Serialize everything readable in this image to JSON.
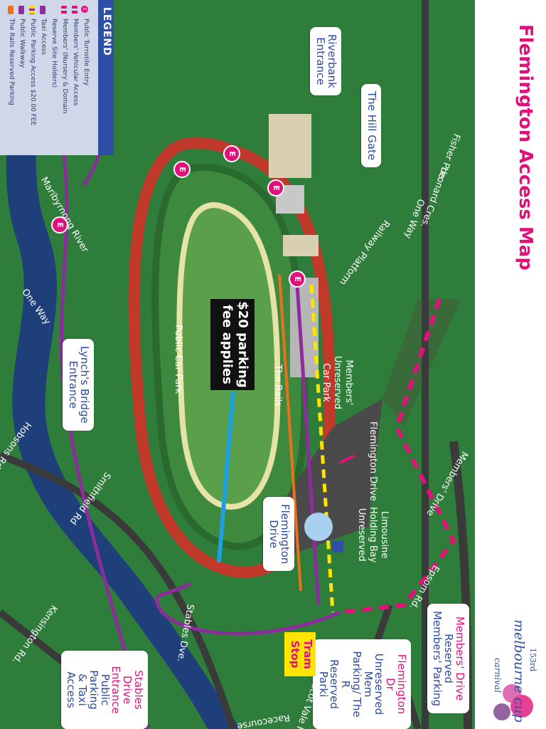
{
  "title": "Flemington Access Map",
  "legend": {
    "heading": "LEGEND",
    "items": [
      {
        "label": "Public Turnstile Entry",
        "color": "#e0127a",
        "kind": "dot",
        "symbol": "E"
      },
      {
        "label": "Members' Vehicular Access",
        "color": "#e0127a",
        "kind": "dash"
      },
      {
        "label": "Members' (Nursery & Domain",
        "color": "#e0127a",
        "kind": "dash2"
      },
      {
        "label": "Reserve Site Holders)",
        "color": "",
        "kind": "none"
      },
      {
        "label": "Taxi Access",
        "color": "#8b2e9b",
        "kind": "solid"
      },
      {
        "label": "Public Parking Access $20.00 FEE",
        "color": "#ffe400",
        "kind": "dashy"
      },
      {
        "label": "Public Walkway",
        "color": "#8b2e9b",
        "kind": "solid"
      },
      {
        "label": "The Rails Reserved Parking",
        "color": "#e8721c",
        "kind": "solid"
      }
    ]
  },
  "callouts": {
    "riverbank": [
      "Riverbank",
      "Entrance"
    ],
    "hill_gate": [
      "The Hill Gate"
    ],
    "lynchs": [
      "Lynch's Bridge",
      "Entrance"
    ],
    "flem_drive": [
      "Flemington",
      "Drive"
    ],
    "members_drive": {
      "title": "Members' Drive",
      "lines": [
        "Reserved",
        "Members' Parking"
      ]
    },
    "flem_drive_reserved": {
      "title": "Flemington Dr",
      "lines": [
        "Unreserved Mem",
        "Parking/ The R",
        "Reserved Parki"
      ]
    },
    "stables": {
      "title": "Stables Drive",
      "lines": [
        "Entrance",
        "Public Parking",
        "& Taxi Access"
      ]
    }
  },
  "labels": {
    "fisher": "Fisher Pde.",
    "leonard": "Leonard Cres.",
    "one_way_top": "One Way",
    "railway": "Railway Platform",
    "members_unreserved": [
      "Members'",
      "Unreserved",
      "Car Park"
    ],
    "public_car_park": "Public Car Park",
    "the_rails": "The Rails",
    "flemington_drive_road": "Flemington Drive",
    "members_drive_road": "Members' Drive",
    "limo": [
      "Limousine",
      "Holding Bay",
      "Unreserved"
    ],
    "epsom": "Epsom Rd.",
    "maribyrnong": "Maribyrnong River",
    "one_way_left": "One Way",
    "hobsons": "Hobsons Rd.",
    "smithfield": "Smithfield Rd",
    "kensington": "Kensington Rd.",
    "stables_dve": "Stables Dve.",
    "ascot": "Ascot Vale Rd.",
    "racecourse": "Racecourse"
  },
  "parking_fee": [
    "$20 parking",
    "fee applies"
  ],
  "tram_stop": [
    "Tram",
    "Stop"
  ],
  "logo": {
    "edition": "153rd",
    "name": "melbourne cup",
    "tag": "carnival"
  },
  "colors": {
    "pink": "#e0127a",
    "purple": "#8b2e9b",
    "yellow": "#ffe400",
    "orange": "#e8721c",
    "blue": "#2c4a9a",
    "grass": "#2f7d3a",
    "river": "#1f3f7a"
  }
}
